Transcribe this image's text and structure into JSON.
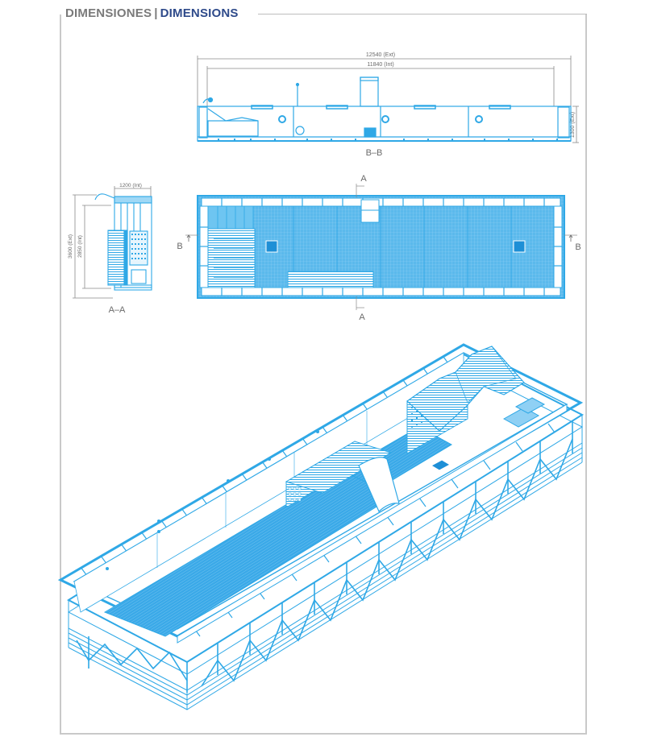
{
  "header": {
    "title_es": "DIMENSIONES",
    "separator": "|",
    "title_en": "DIMENSIONS"
  },
  "colors": {
    "drawing_blue": "#2fa8e6",
    "drawing_fill": "#6cc3f0",
    "title_gray": "#7a7a7a",
    "title_navy": "#2e4a8a",
    "frame_gray": "#c9c9c9",
    "dimension_gray": "#6a6a6a"
  },
  "views": {
    "section_bb": {
      "label": "B–B",
      "dim_exterior_length": "12540 (Ext)",
      "dim_interior_length": "11840 (Int)",
      "dim_exterior_height": "1300 (Ext)"
    },
    "section_aa": {
      "label": "A–A",
      "dim_interior_width": "1200 (Int)",
      "dim_exterior_depth": "3600 (Ext)",
      "dim_interior_depth": "2850 (Int)"
    },
    "plan_view": {
      "cut_a_top": "A",
      "cut_a_bottom": "A",
      "cut_b_left": "B",
      "cut_b_right": "B"
    },
    "isometric_view": {
      "description": "Isometric view of container pool structure"
    }
  }
}
